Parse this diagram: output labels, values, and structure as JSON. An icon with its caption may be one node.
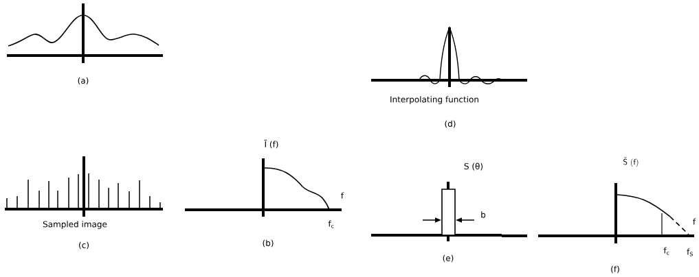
{
  "diagram": {
    "labels": [
      "(a)",
      "Interpolating function",
      "(d)",
      "Sampled image",
      "(c)",
      "Ĩ (f)",
      "f",
      "f$_{c}$",
      "(b)",
      "S (θ)",
      "b",
      "(e)",
      "\\tilde{\\mathsf{S}}\\ (\\mathsf{f})",
      "f",
      "f$_{c}$",
      "f$_{S}$",
      "(f)"
    ]
  }
}
